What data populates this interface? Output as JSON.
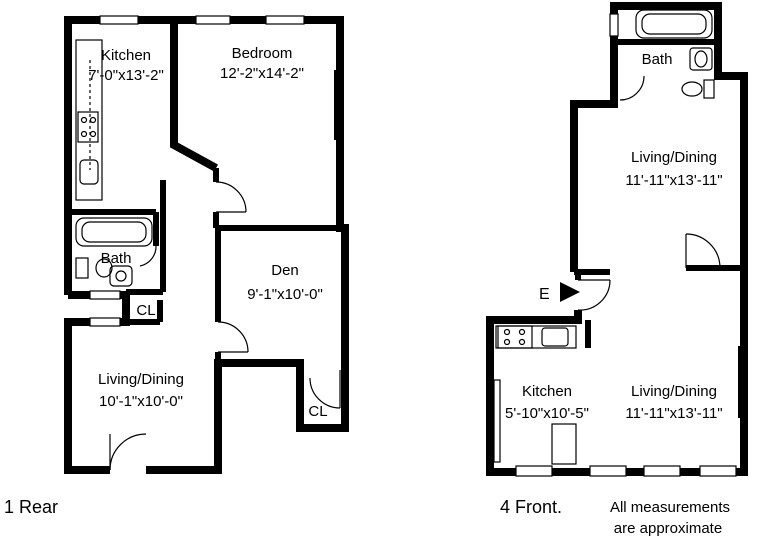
{
  "plans": [
    {
      "caption": "1 Rear",
      "rooms": [
        {
          "name": "Kitchen",
          "dims": "7'-0\"x13'-2\""
        },
        {
          "name": "Bedroom",
          "dims": "12'-2\"x14'-2\""
        },
        {
          "name": "Bath",
          "dims": ""
        },
        {
          "name": "CL",
          "dims": ""
        },
        {
          "name": "Den",
          "dims": "9'-1\"x10'-0\""
        },
        {
          "name": "Living/Dining",
          "dims": "10'-1\"x10'-0\""
        },
        {
          "name": "CL",
          "dims": ""
        }
      ]
    },
    {
      "caption": "4 Front.",
      "entry_label": "E",
      "rooms": [
        {
          "name": "Bath",
          "dims": ""
        },
        {
          "name": "Living/Dining",
          "dims": "11'-11\"x13'-11\""
        },
        {
          "name": "Kitchen",
          "dims": "5'-10\"x10'-5\""
        },
        {
          "name": "Living/Dining",
          "dims": "11'-11\"x13'-11\""
        }
      ]
    }
  ],
  "note_line1": "All measurements",
  "note_line2": "are approximate"
}
